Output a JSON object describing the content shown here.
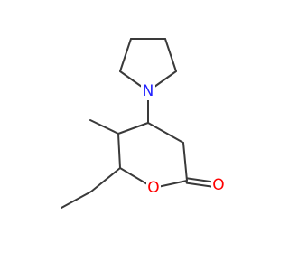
{
  "molecule": {
    "bond_color": "#3a3a3a",
    "atoms": [
      {
        "id": "N",
        "symbol": "N",
        "color": "#2222ff"
      },
      {
        "id": "O1",
        "symbol": "O",
        "color": "#ff0000"
      },
      {
        "id": "O2",
        "symbol": "O",
        "color": "#ff0000"
      }
    ]
  }
}
